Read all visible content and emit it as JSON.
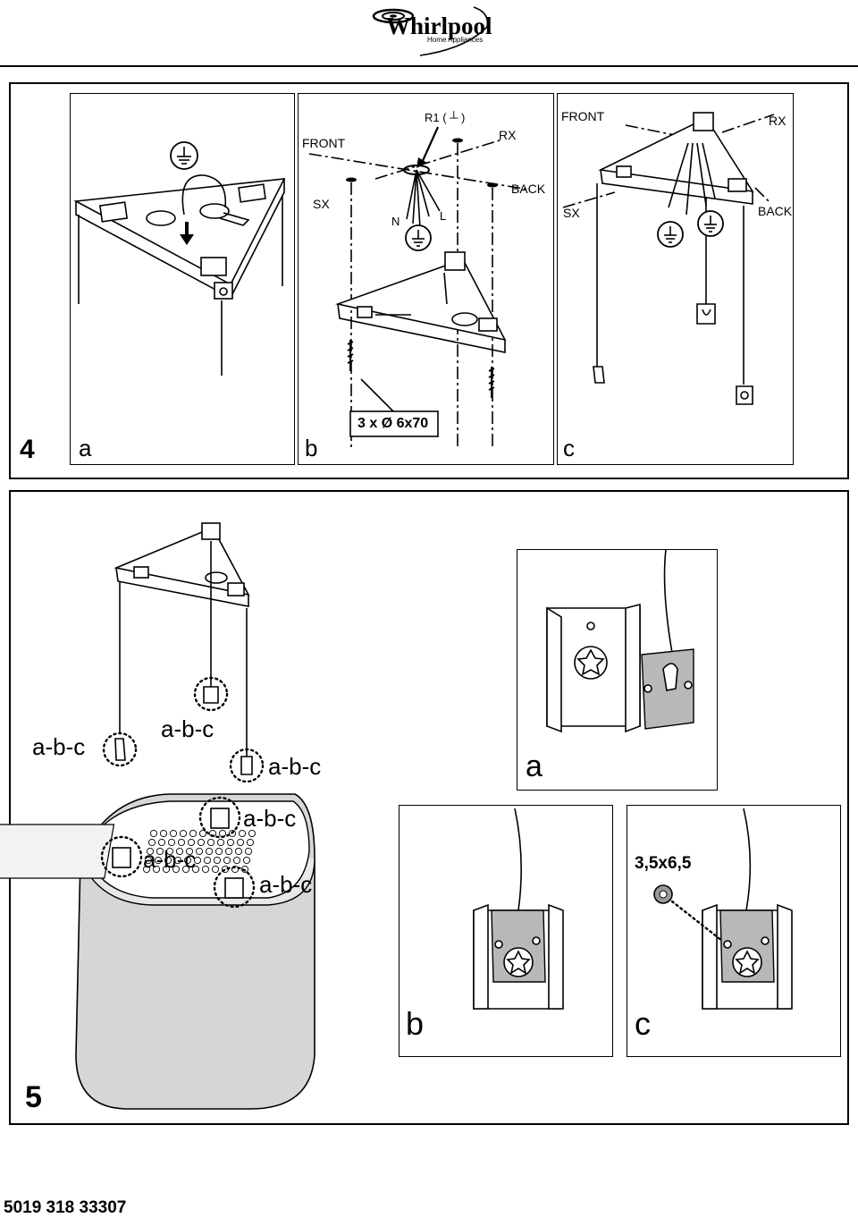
{
  "header": {
    "brand": "Whirlpool",
    "brand_sub": "Home Appliances"
  },
  "step4": {
    "number": "4",
    "panel_a": {
      "letter": "a"
    },
    "panel_b": {
      "letter": "b",
      "front": "FRONT",
      "r1": "R1 (",
      "r1_close": ")",
      "rx": "RX",
      "sx": "SX",
      "back": "BACK",
      "n": "N",
      "l": "L",
      "screws": "3 x Ø 6x70"
    },
    "panel_c": {
      "letter": "c",
      "front": "FRONT",
      "rx": "RX",
      "sx": "SX",
      "back": "BACK"
    }
  },
  "step5": {
    "number": "5",
    "callouts": [
      "a-b-c",
      "a-b-c",
      "a-b-c",
      "a-b-c",
      "a-b-c",
      "a-b-c"
    ],
    "detail_a": {
      "letter": "a"
    },
    "detail_b": {
      "letter": "b"
    },
    "detail_c": {
      "letter": "c",
      "screw": "3,5x6,5"
    }
  },
  "footer": {
    "code": "5019 318 33307"
  },
  "icons": {
    "logo": "whirlpool-swirl-logo",
    "ground": "earth-ground-icon",
    "keyhole": "keyhole-bracket-icon",
    "torx": "torx-screw-icon"
  }
}
